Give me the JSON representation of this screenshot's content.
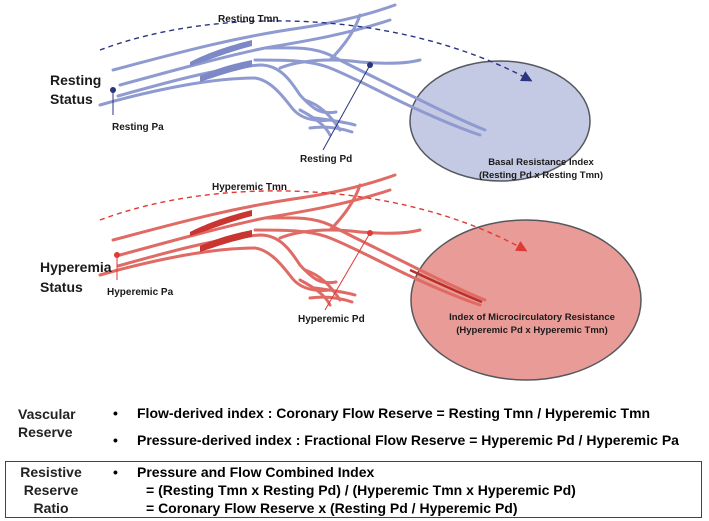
{
  "resting": {
    "status_line1": "Resting",
    "status_line2": "Status",
    "tmn_label": "Resting Tmn",
    "pa_label": "Resting Pa",
    "pd_label": "Resting Pd",
    "ellipse_line1": "Basal Resistance Index",
    "ellipse_line2": "(Resting Pd x Resting Tmn)",
    "vessel_color": "#8f9bd0",
    "ellipse_color": "#c5cae4"
  },
  "hyperemia": {
    "status_line1": "Hyperemia",
    "status_line2": "Status",
    "tmn_label": "Hyperemic Tmn",
    "pa_label": "Hyperemic Pa",
    "pd_label": "Hyperemic Pd",
    "ellipse_line1": "Index of Microcirculatory Resistance",
    "ellipse_line2": "(Hyperemic Pd x Hyperemic Tmn)",
    "vessel_color": "#e06a64",
    "ellipse_color": "#e99c97"
  },
  "vascular_reserve": {
    "header_line1": "Vascular",
    "header_line2": "Reserve",
    "bullet1": "Flow-derived index : Coronary Flow Reserve  = Resting Tmn / Hyperemic Tmn",
    "bullet2": "Pressure-derived index : Fractional Flow Reserve = Hyperemic Pd / Hyperemic Pa"
  },
  "resistive_reserve_ratio": {
    "header_line1": "Resistive",
    "header_line2": "Reserve",
    "header_line3": "Ratio",
    "line1": "Pressure and Flow Combined Index",
    "line2": "= (Resting Tmn x Resting Pd) / (Hyperemic Tmn x Hyperemic Pd)",
    "line3": "= Coronary Flow Reserve x (Resting Pd / Hyperemic Pd)"
  },
  "bullet_symbol": "•"
}
